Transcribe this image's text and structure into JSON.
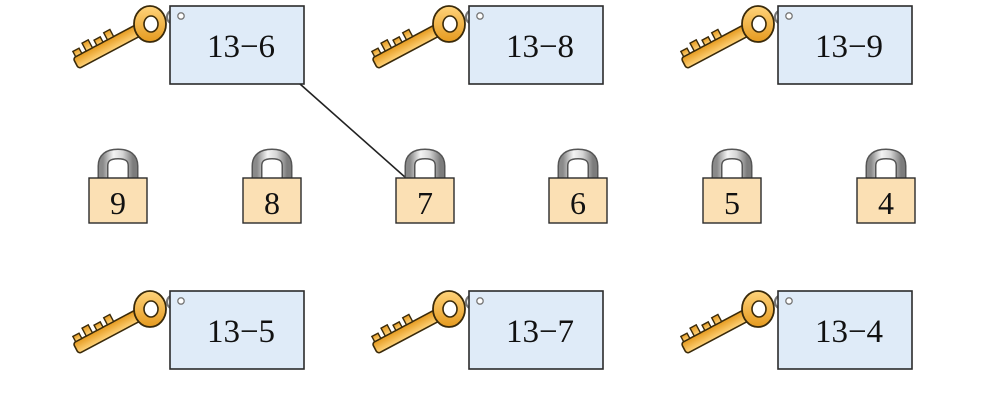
{
  "key_cards": [
    {
      "expression": "13−6"
    },
    {
      "expression": "13−8"
    },
    {
      "expression": "13−9"
    },
    {
      "expression": "13−5"
    },
    {
      "expression": "13−7"
    },
    {
      "expression": "13−4"
    }
  ],
  "locks": [
    {
      "answer": "9"
    },
    {
      "answer": "8"
    },
    {
      "answer": "7"
    },
    {
      "answer": "6"
    },
    {
      "answer": "5"
    },
    {
      "answer": "4"
    }
  ],
  "connections": [
    {
      "from_card": 0,
      "to_lock": 2
    }
  ],
  "colors": {
    "card_fill": "#dfebf8",
    "card_stroke": "#2b2b2b",
    "key_fill": "#f3b23d",
    "key_stroke": "#3a2a0a",
    "lock_body": "#fbe0b4",
    "lock_shackle": "#c8c8c8",
    "connection_line": "#222222"
  }
}
